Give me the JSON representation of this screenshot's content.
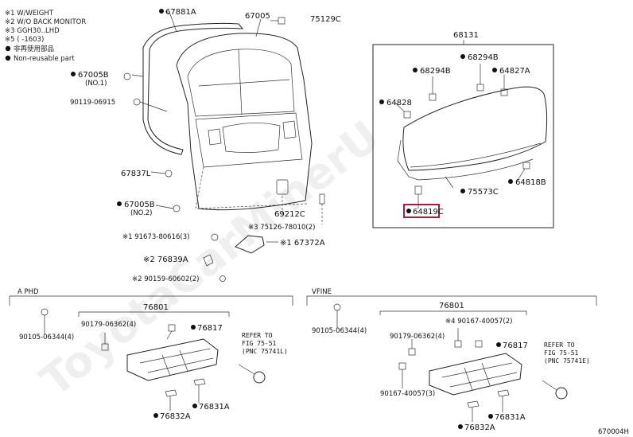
{
  "legend": {
    "notes": [
      "※1 W/WEIGHT",
      "※2 W/O BACK MONITOR",
      "※3 GGH30..LHD",
      "※5 ( -1603)"
    ],
    "non_reusable_jp": "非再使用部品",
    "non_reusable": "Non-reusable part"
  },
  "main": {
    "parts": {
      "p67881A": "67881A",
      "p67005": "67005",
      "p75129C": "75129C",
      "p67005B_1": "67005B",
      "p67005B_1_sub": "(NO.1)",
      "p90119": "90119-06915",
      "p67837L": "67837L",
      "p67005B_2": "67005B",
      "p67005B_2_sub": "(NO.2)",
      "p69212C": "69212C",
      "p75126": "※3 75126-78010(2)",
      "p91673": "※1 91673-80616(3)",
      "p67372A": "※1 67372A",
      "p76839A": "※2 76839A",
      "p90159": "※2 90159-60602(2)"
    }
  },
  "group68131": {
    "title": "68131",
    "parts": {
      "p68294B_1": "68294B",
      "p68294B_2": "68294B",
      "p64827A": "64827A",
      "p64828": "64828",
      "p75573C": "75573C",
      "p64818B": "64818B",
      "p64819C": "64819C"
    },
    "highlight_color": "#a0203a"
  },
  "section_a": {
    "header": "A PHD",
    "title": "76801",
    "parts": {
      "p90105": "90105-06344(4)",
      "p90179": "90179-06362(4)",
      "p76817": "76817",
      "p76832A": "76832A",
      "p76831A": "76831A"
    },
    "refer": [
      "REFER TO",
      "FIG 75-51",
      "(PNC 75741L)"
    ]
  },
  "section_b": {
    "header": "VFINE",
    "title": "76801",
    "parts": {
      "p90105": "90105-06344(4)",
      "p90179": "90179-06362(4)",
      "p90167_a": "※4 90167-40057(2)",
      "p76817": "76817",
      "p90167_b": "90167-40057(3)",
      "p76832A": "76832A",
      "p76831A": "76831A"
    },
    "refer": [
      "REFER TO",
      "FIG 75-51",
      "(PNC 75741E)"
    ]
  },
  "footer": {
    "code": "670004H"
  },
  "watermark": "ToyotaCarMinerU"
}
